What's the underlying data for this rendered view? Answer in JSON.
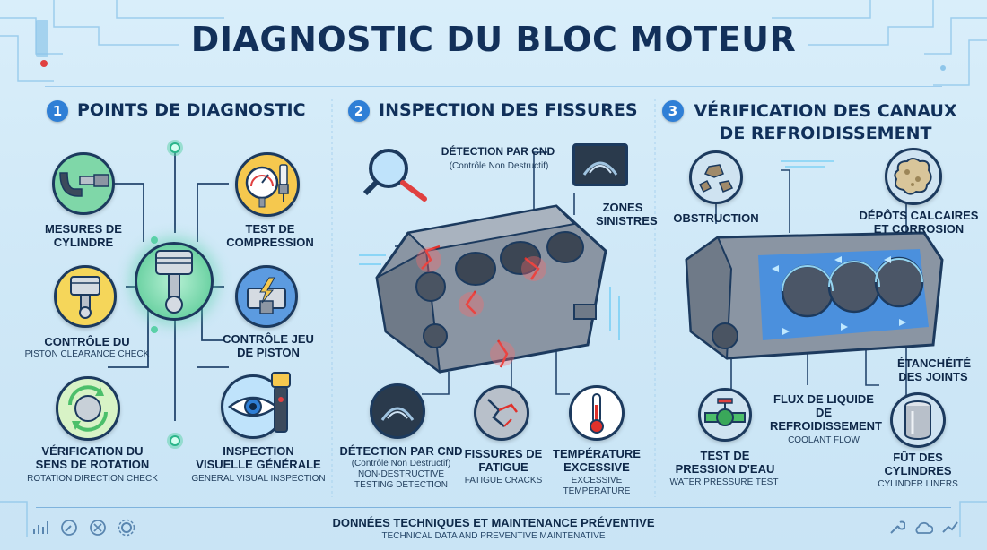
{
  "title": "DIAGNOSTIC DU BLOC MOTEUR",
  "sections": [
    {
      "number": "1",
      "heading": "POINTS DE DIAGNOSTIC"
    },
    {
      "number": "2",
      "heading": "INSPECTION DES FISSURES"
    },
    {
      "number": "3",
      "heading": "VÉRIFICATION DES CANAUX DE REFROIDISSEMENT"
    }
  ],
  "section1": {
    "cylinder": "MESURES DE CYLINDRE",
    "compression": "TEST DE COMPRESSION",
    "piston_clearance": "CONTRÔLE DU",
    "piston_clearance_sub": "PISTON CLEARANCE CHECK",
    "piston_play": "CONTRÔLE JEU DE PISTON",
    "rotation": "VÉRIFICATION DU SENS DE ROTATION",
    "rotation_sub": "ROTATION DIRECTION CHECK",
    "visual": "INSPECTION VISUELLE GÉNÉRALE",
    "visual_sub": "GENERAL VISUAL INSPECTION"
  },
  "section2": {
    "ndt_top": "DÉTECTION PAR CND",
    "ndt_top_sub": "(Contrôle Non Destructif)",
    "damaged": "ZONES SINISTRES",
    "ndt_bottom": "DÉTECTION PAR CND",
    "ndt_bottom_sub1": "(Contrôle Non Destructif)",
    "ndt_bottom_sub2": "NON-DESTRUCTIVE TESTING DETECTION",
    "fatigue": "FISSURES DE FATIGUE",
    "fatigue_sub": "FATIGUE CRACKS",
    "temperature": "TEMPÉRATURE EXCESSIVE",
    "temperature_sub": "EXCESSIVE TEMPERATURE"
  },
  "section3": {
    "obstruction": "OBSTRUCTION",
    "deposits": "DÉPÔTS CALCAIRES ET CORROSION",
    "sealing": "ÉTANCHÉITÉ DES JOINTS",
    "coolant": "FLUX DE LIQUIDE DE REFROIDISSEMENT",
    "coolant_sub": "COOLANT FLOW",
    "pressure": "TEST DE PRESSION D'EAU",
    "pressure_sub": "WATER PRESSURE TEST",
    "liners": "FÛT DES CYLINDRES",
    "liners_sub": "CYLINDER LINERS"
  },
  "footer": {
    "title": "DONNÉES TECHNIQUES ET MAINTENANCE PRÉVENTIVE",
    "subtitle": "TECHNICAL DATA AND PREVENTIVE MAINTENATIVE"
  },
  "colors": {
    "accent": "#2f7fd6",
    "crack": "#e0312b",
    "block": "#8a95a3",
    "coolant": "#2e7de0",
    "glow": "#5bd1a8"
  },
  "icons": [
    "micrometer-icon",
    "pressure-gauge-icon",
    "piston-icon",
    "rotation-icon",
    "eye-icon",
    "flashlight-icon",
    "magnifier-icon",
    "ultrasound-icon",
    "crack-icon",
    "thermometer-icon",
    "rock-icon",
    "scale-deposit-icon",
    "valve-icon",
    "cylinder-liner-icon"
  ]
}
